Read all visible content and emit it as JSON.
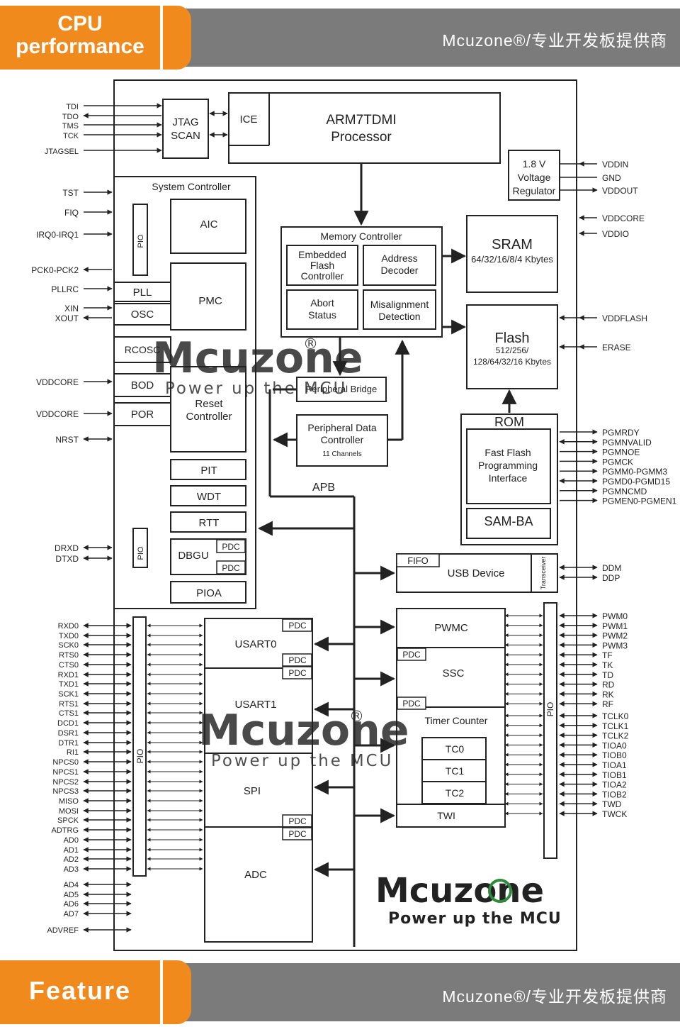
{
  "header": {
    "title_line1": "CPU",
    "title_line2": "performance",
    "brand": "Mcuzone®/专业开发板提供商"
  },
  "footer": {
    "title": "Feature",
    "brand": "Mcuzone®/专业开发板提供商"
  },
  "colors": {
    "orange": "#f08a1d",
    "gray": "#7b7b7b",
    "line": "#222222",
    "watermark_green": "#2e8b3c"
  },
  "watermark": {
    "logo": "Mcuzone",
    "registered": "®",
    "slogan": "Power up the MCU"
  },
  "blocks": {
    "jtag_scan": [
      "JTAG",
      "SCAN"
    ],
    "ice": "ICE",
    "processor": [
      "ARM7TDMI",
      "Processor"
    ],
    "regulator": [
      "1.8 V",
      "Voltage",
      "Regulator"
    ],
    "system_controller": "System Controller",
    "aic": "AIC",
    "pio": "PIO",
    "pll": "PLL",
    "osc": "OSC",
    "pmc": "PMC",
    "rcosc": "RCOSC",
    "bod": "BOD",
    "por": "POR",
    "reset_controller": [
      "Reset",
      "Controller"
    ],
    "pit": "PIT",
    "wdt": "WDT",
    "rtt": "RTT",
    "dbgu": "DBGU",
    "pdc": "PDC",
    "pioa": "PIOA",
    "memory_controller": "Memory Controller",
    "embedded_flash_controller": [
      "Embedded",
      "Flash",
      "Controller"
    ],
    "address_decoder": [
      "Address",
      "Decoder"
    ],
    "abort_status": [
      "Abort",
      "Status"
    ],
    "misalignment_detection": [
      "Misalignment",
      "Detection"
    ],
    "sram": [
      "SRAM",
      "64/32/16/8/4 Kbytes"
    ],
    "flash": [
      "Flash",
      "512/256/",
      "128/64/32/16 Kbytes"
    ],
    "peripheral_bridge": "Peripheral Bridge",
    "peripheral_data_controller": [
      "Peripheral Data",
      "Controller",
      "11 Channels"
    ],
    "apb": "APB",
    "rom": "ROM",
    "fast_flash": [
      "Fast Flash",
      "Programming",
      "Interface"
    ],
    "sam_ba": "SAM-BA",
    "fifo": "FIFO",
    "usb_device": "USB Device",
    "transceiver": "Transceiver",
    "pwmc": "PWMC",
    "ssc": "SSC",
    "timer_counter": "Timer Counter",
    "tc0": "TC0",
    "tc1": "TC1",
    "tc2": "TC2",
    "twi": "TWI",
    "usart0": "USART0",
    "usart1": "USART1",
    "spi": "SPI",
    "adc": "ADC"
  },
  "signals": {
    "jtag": [
      "TDI",
      "TDO",
      "TMS",
      "TCK",
      "JTAGSEL"
    ],
    "sys_left": [
      "TST",
      "FIQ",
      "IRQ0-IRQ1",
      "PCK0-PCK2",
      "PLLRC",
      "XIN",
      "XOUT",
      "VDDCORE",
      "VDDCORE",
      "NRST",
      "DRXD",
      "DTXD"
    ],
    "periph_left": [
      "RXD0",
      "TXD0",
      "SCK0",
      "RTS0",
      "CTS0",
      "RXD1",
      "TXD1",
      "SCK1",
      "RTS1",
      "CTS1",
      "DCD1",
      "DSR1",
      "DTR1",
      "RI1",
      "NPCS0",
      "NPCS1",
      "NPCS2",
      "NPCS3",
      "MISO",
      "MOSI",
      "SPCK",
      "ADTRG",
      "AD0",
      "AD1",
      "AD2",
      "AD3",
      "AD4",
      "AD5",
      "AD6",
      "AD7",
      "ADVREF"
    ],
    "power_right": [
      "VDDIN",
      "GND",
      "VDDOUT",
      "VDDCORE",
      "VDDIO",
      "VDDFLASH",
      "ERASE"
    ],
    "pgm_right": [
      "PGMRDY",
      "PGMNVALID",
      "PGMNOE",
      "PGMCK",
      "PGMM0-PGMM3",
      "PGMD0-PGMD15",
      "PGMNCMD",
      "PGMEN0-PGMEN1"
    ],
    "usb_right": [
      "DDM",
      "DDP"
    ],
    "periph_right": [
      "PWM0",
      "PWM1",
      "PWM2",
      "PWM3",
      "TF",
      "TK",
      "TD",
      "RD",
      "RK",
      "RF",
      "TCLK0",
      "TCLK1",
      "TCLK2",
      "TIOA0",
      "TIOB0",
      "TIOA1",
      "TIOB1",
      "TIOA2",
      "TIOB2",
      "TWD",
      "TWCK"
    ]
  }
}
